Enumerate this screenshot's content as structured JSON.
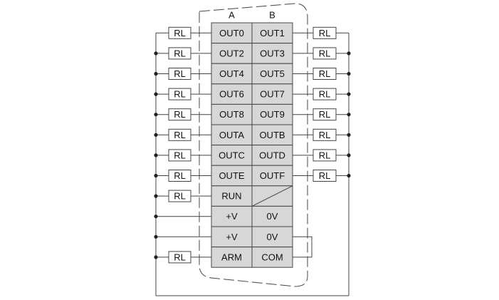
{
  "columns": {
    "a": "A",
    "b": "B"
  },
  "rows": [
    {
      "a": "OUT0",
      "b": "OUT1",
      "rl_left": "RL",
      "rl_right": "RL"
    },
    {
      "a": "OUT2",
      "b": "OUT3",
      "rl_left": "RL",
      "rl_right": "RL"
    },
    {
      "a": "OUT4",
      "b": "OUT5",
      "rl_left": "RL",
      "rl_right": "RL"
    },
    {
      "a": "OUT6",
      "b": "OUT7",
      "rl_left": "RL",
      "rl_right": "RL"
    },
    {
      "a": "OUT8",
      "b": "OUT9",
      "rl_left": "RL",
      "rl_right": "RL"
    },
    {
      "a": "OUTA",
      "b": "OUTB",
      "rl_left": "RL",
      "rl_right": "RL"
    },
    {
      "a": "OUTC",
      "b": "OUTD",
      "rl_left": "RL",
      "rl_right": "RL"
    },
    {
      "a": "OUTE",
      "b": "OUTF",
      "rl_left": "RL",
      "rl_right": "RL"
    },
    {
      "a": "RUN",
      "b": "",
      "rl_left": "RL",
      "rl_right": ""
    },
    {
      "a": "+V",
      "b": "0V",
      "rl_left": "",
      "rl_right": ""
    },
    {
      "a": "+V",
      "b": "0V",
      "rl_left": "",
      "rl_right": ""
    },
    {
      "a": "ARM",
      "b": "COM",
      "rl_left": "RL",
      "rl_right": ""
    }
  ]
}
